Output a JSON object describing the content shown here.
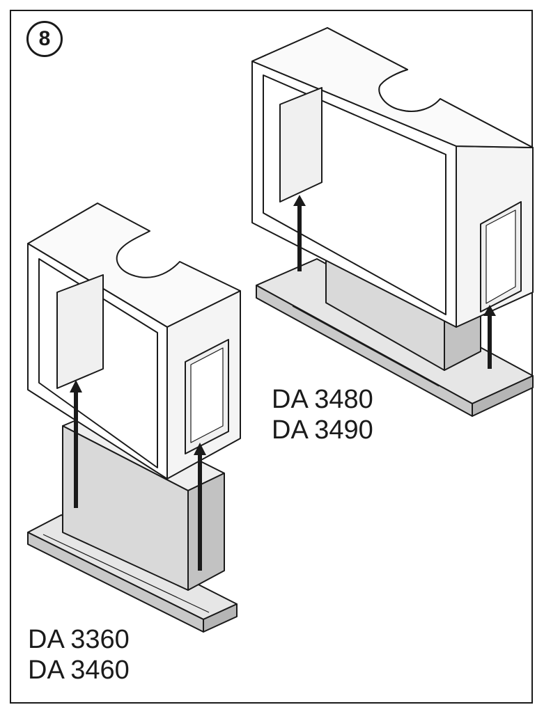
{
  "step": {
    "number": "8"
  },
  "variant_right": {
    "models": [
      "DA 3480",
      "DA 3490"
    ]
  },
  "variant_left": {
    "models": [
      "DA 3360",
      "DA 3460"
    ]
  },
  "colors": {
    "line": "#1a1a1a",
    "panel": "#f2f2f2",
    "shade": "#d8d8d8",
    "dark": "#bdbdbd"
  }
}
